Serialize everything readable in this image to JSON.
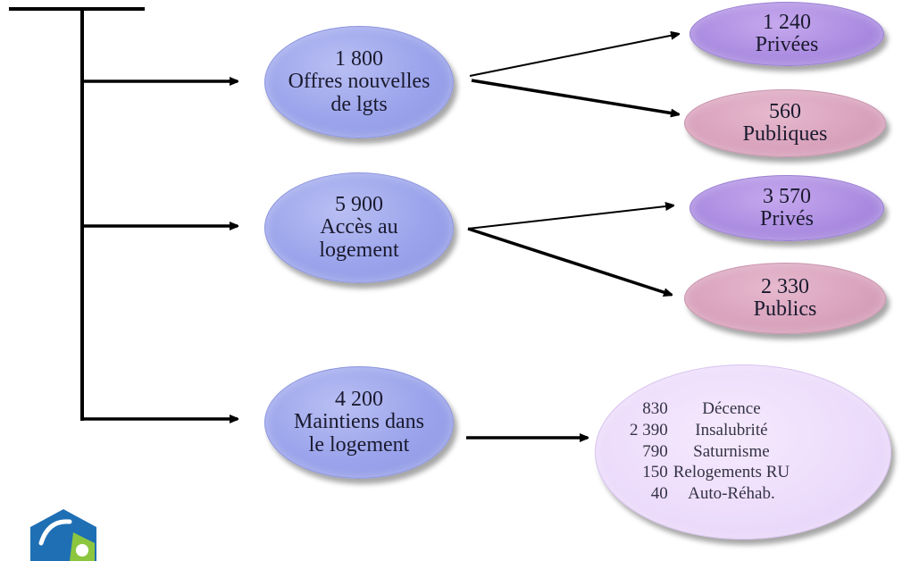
{
  "branches": [
    {
      "id": "offres",
      "value": "1 800",
      "label_lines": [
        "Offres nouvelles",
        "de lgts"
      ],
      "children": [
        {
          "value": "1 240",
          "label": "Privées",
          "kind": "private"
        },
        {
          "value": "560",
          "label": "Publiques",
          "kind": "public"
        }
      ]
    },
    {
      "id": "acces",
      "value": "5 900",
      "label_lines": [
        "Accès au",
        "logement"
      ],
      "children": [
        {
          "value": "3 570",
          "label": "Privés",
          "kind": "private"
        },
        {
          "value": "2 330",
          "label": "Publics",
          "kind": "public"
        }
      ]
    },
    {
      "id": "maintiens",
      "value": "4 200",
      "label_lines": [
        "Maintiens dans",
        "le logement"
      ],
      "breakdown": [
        {
          "value": "830",
          "label": "Décence"
        },
        {
          "value": "2 390",
          "label": "Insalubrité"
        },
        {
          "value": "790",
          "label": "Saturnisme"
        },
        {
          "value": "150",
          "label": "Relogements RU"
        },
        {
          "value": "40",
          "label": "Auto-Réhab."
        }
      ]
    }
  ],
  "colors": {
    "main_node": "#9aa3eb",
    "private_node": "#a98ae0",
    "public_node": "#d8a1bb",
    "breakdown_node": "#ecdbfb",
    "logo_blue": "#1f6fb5",
    "logo_green": "#8cc63f"
  },
  "logo": {
    "icon": "organization-logo-icon"
  }
}
